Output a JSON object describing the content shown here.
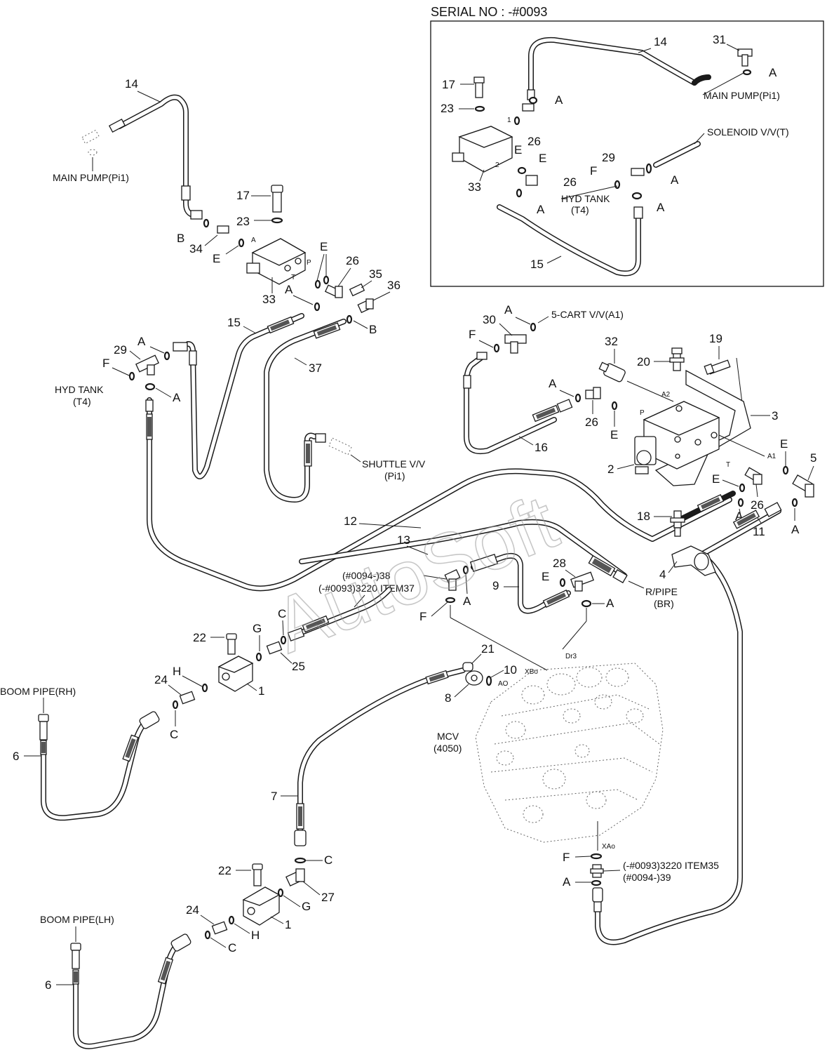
{
  "serial_box": {
    "title": "SERIAL NO : -#0093",
    "labels": {
      "n14": "14",
      "n31": "31",
      "a1": "A",
      "main_pump": "MAIN PUMP(Pi1)",
      "n17": "17",
      "a2": "A",
      "n23": "23",
      "n26a": "26",
      "e1": "E",
      "e2": "E",
      "sol": "SOLENOID V/V(T)",
      "n29": "29",
      "f1": "F",
      "a3": "A",
      "n33": "33",
      "n26b": "26",
      "hyd1": "HYD TANK",
      "hyd2": "(T4)",
      "a4": "A",
      "a5": "A",
      "n15": "15",
      "p1": "1",
      "p2": "2"
    }
  },
  "main": {
    "labels": {
      "n14": "14",
      "main_pump": "MAIN PUMP(Pi1)",
      "n17": "17",
      "n23": "23",
      "b1": "B",
      "n34": "34",
      "e1": "E",
      "e2": "E",
      "a_port": "A",
      "p_port": "P",
      "t_port": "T",
      "n33": "33",
      "n26a": "26",
      "n35": "35",
      "n36": "36",
      "a1": "A",
      "b2": "B",
      "n15": "15",
      "n37": "37",
      "n29": "29",
      "a2": "A",
      "f1": "F",
      "hyd1": "HYD TANK",
      "hyd2": "(T4)",
      "a3": "A",
      "shuttle1": "SHUTTLE V/V",
      "shuttle2": "(Pi1)",
      "n12": "12",
      "n13": "13",
      "n30": "30",
      "a4": "A",
      "cart": "5-CART V/V(A1)",
      "f2": "F",
      "n32": "32",
      "n20": "20",
      "n19": "19",
      "a5": "A",
      "n26b": "26",
      "a2_port": "A2",
      "p2_port": "P",
      "e3": "E",
      "n3": "3",
      "n16": "16",
      "e4": "E",
      "a1_port": "A1",
      "n5": "5",
      "n2": "2",
      "t2_port": "T",
      "e5": "E",
      "n26c": "26",
      "a6": "A",
      "a7": "A",
      "n18": "18",
      "n11": "11",
      "n4": "4",
      "rpipe1": "R/PIPE",
      "rpipe2": "(BR)",
      "n38_1": "(#0094-)38",
      "n38_2": "(-#0093)3220 ITEM37",
      "a8": "A",
      "n9": "9",
      "n28": "28",
      "e6": "E",
      "a9": "A",
      "f3": "F",
      "n22a": "22",
      "g1": "G",
      "c1": "C",
      "n25": "25",
      "h1": "H",
      "n24a": "24",
      "n1a": "1",
      "c2": "C",
      "boom_rh": "BOOM PIPE(RH)",
      "n6a": "6",
      "n21": "21",
      "n10": "10",
      "xbo": "XBo",
      "dr3": "Dr3",
      "ao": "AO",
      "n8": "8",
      "mcv1": "MCV",
      "mcv2": "(4050)",
      "n7": "7",
      "c3": "C",
      "n22b": "22",
      "n27": "27",
      "g2": "G",
      "n24b": "24",
      "n1b": "1",
      "h2": "H",
      "c4": "C",
      "boom_lh": "BOOM PIPE(LH)",
      "n6b": "6",
      "xao": "XAo",
      "f4": "F",
      "item35_1": "(-#0093)3220 ITEM35",
      "item35_2": "(#0094-)39",
      "a10": "A"
    }
  },
  "watermark": "AutoSoft"
}
